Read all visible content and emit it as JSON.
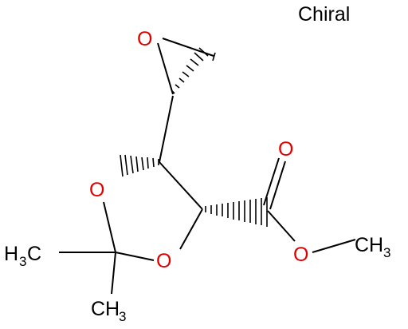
{
  "chiral_label": "Chiral",
  "atoms": {
    "epoxide_o": "O",
    "ring_o1": "O",
    "ring_o2": "O",
    "carbonyl_o": "O",
    "ester_o": "O",
    "methyl_left": {
      "main": "H",
      "sub": "3",
      "tail": "C"
    },
    "methyl_bottom": {
      "main": "CH",
      "sub": "3"
    },
    "methyl_ester": {
      "main": "CH",
      "sub": "3"
    }
  },
  "colors": {
    "oxygen": "#e00000",
    "carbon": "#000000",
    "bond": "#000000"
  }
}
